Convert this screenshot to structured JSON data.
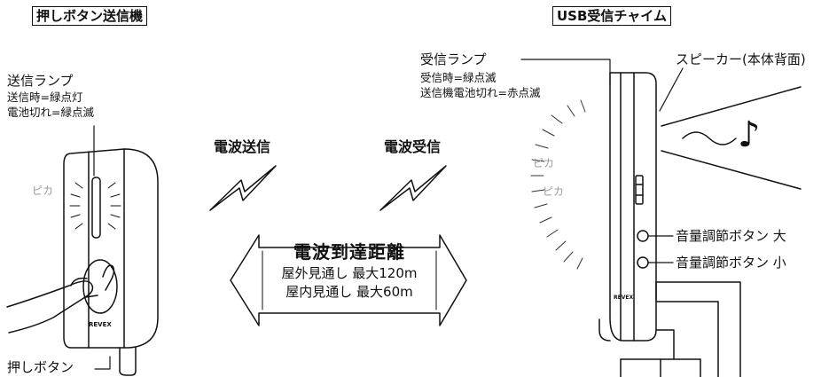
{
  "transmitter": {
    "title": "押しボタン送信機",
    "lamp_title": "送信ランプ",
    "lamp_line1": "送信時=緑点灯",
    "lamp_line2": "電池切れ=緑点滅",
    "flash_text": "ピカ",
    "logo": "REVEX",
    "button_label": "押しボタン"
  },
  "middle": {
    "send_label": "電波送信",
    "receive_label": "電波受信",
    "range_title": "電波到達距離",
    "range_outdoor": "屋外見通し 最大120m",
    "range_indoor": "屋内見通し 最大60m"
  },
  "receiver": {
    "title": "USB受信チャイム",
    "lamp_title": "受信ランプ",
    "lamp_line1": "受信時=緑点滅",
    "lamp_line2": "送信機電池切れ=赤点滅",
    "speaker_label": "スピーカー(本体背面)",
    "flash_text_1": "ピカ",
    "flash_text_2": "ピカ",
    "logo": "REVEX",
    "volume_up_label": "音量調節ボタン 大",
    "volume_down_label": "音量調節ボタン 小",
    "note_glyph": "♪"
  }
}
